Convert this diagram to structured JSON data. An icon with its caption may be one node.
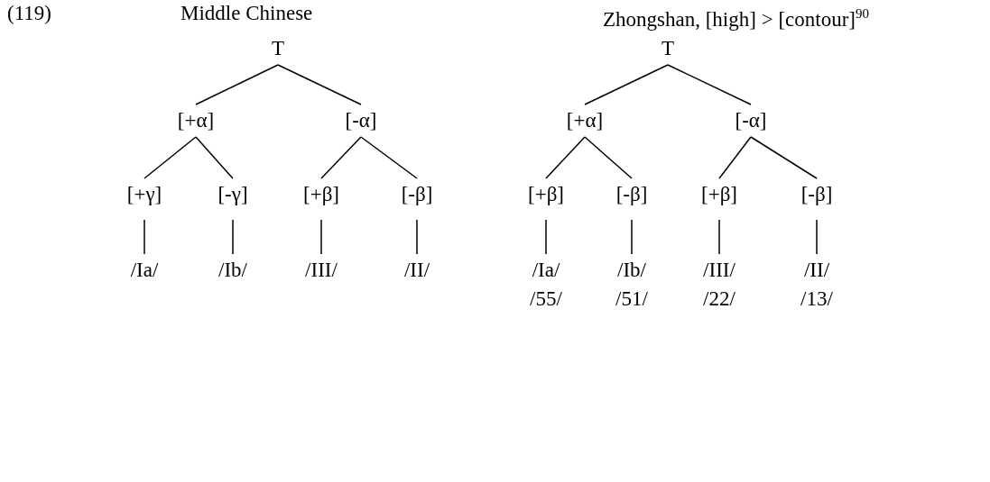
{
  "diagram": {
    "nodes": [
      {
        "text": [
          "T"
        ]
      },
      {
        "text": [
          "[+α]"
        ]
      },
      {
        "text": [
          "[-α]"
        ]
      },
      {
        "text": [
          "[+γ]"
        ]
      },
      {
        "text": [
          "[-γ]"
        ]
      },
      {
        "text": [
          "[+β]"
        ]
      },
      {
        "text": [
          "[-β]"
        ]
      },
      {
        "text": [
          "/Ia/"
        ]
      },
      {
        "text": [
          "/Ib/"
        ]
      },
      {
        "text": [
          "/III/"
        ]
      },
      {
        "text": [
          "/II/"
        ]
      },
      {
        "text": [
          "T"
        ]
      },
      {
        "text": [
          "[+α]"
        ]
      },
      {
        "text": [
          "[-α]"
        ]
      },
      {
        "text": [
          "[+β]"
        ]
      },
      {
        "text": [
          "[-β]"
        ]
      },
      {
        "text": [
          "[+β]"
        ]
      },
      {
        "text": [
          "[-β]"
        ]
      },
      {
        "text": [
          "/Ia/",
          "/55/"
        ]
      },
      {
        "text": [
          "/Ib/",
          "/51/"
        ]
      },
      {
        "text": [
          "/III/",
          "/22/"
        ]
      },
      {
        "text": [
          "/II/",
          "/13/"
        ]
      }
    ],
    "edges": [
      {
        "from": 0,
        "to": 1,
        "arrow": "none"
      },
      {
        "from": 0,
        "to": 2,
        "arrow": "none"
      },
      {
        "from": 1,
        "to": 3,
        "arrow": "none"
      },
      {
        "from": 1,
        "to": 4,
        "arrow": "none"
      },
      {
        "from": 2,
        "to": 5,
        "arrow": "none"
      },
      {
        "from": 2,
        "to": 6,
        "arrow": "none"
      },
      {
        "from": 3,
        "to": 7,
        "arrow": "none"
      },
      {
        "from": 4,
        "to": 8,
        "arrow": "none"
      },
      {
        "from": 5,
        "to": 9,
        "arrow": "none"
      },
      {
        "from": 6,
        "to": 10,
        "arrow": "none"
      },
      {
        "from": 11,
        "to": 12,
        "arrow": "none"
      },
      {
        "from": 11,
        "to": 13,
        "arrow": "none"
      },
      {
        "from": 12,
        "to": 14,
        "arrow": "none"
      },
      {
        "from": 12,
        "to": 15,
        "arrow": "none"
      },
      {
        "from": 13,
        "to": 16,
        "arrow": "none"
      },
      {
        "from": 13,
        "to": 17,
        "arrow": "none"
      },
      {
        "from": 14,
        "to": 18,
        "arrow": "none"
      },
      {
        "from": 15,
        "to": 19,
        "arrow": "none"
      },
      {
        "from": 16,
        "to": 20,
        "arrow": "none"
      },
      {
        "from": 17,
        "to": 21,
        "arrow": "none"
      }
    ],
    "labels": [
      "(119)",
      "Middle Chinese",
      "Zhongshan, [high] > [contour]$^{90}$"
    ]
  }
}
